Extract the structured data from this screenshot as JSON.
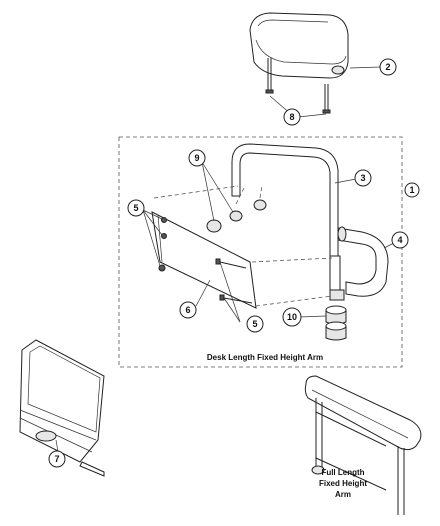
{
  "callouts": {
    "c1": "1",
    "c2": "2",
    "c3": "3",
    "c4": "4",
    "c5a": "5",
    "c5b": "5",
    "c6": "6",
    "c7": "7",
    "c8": "8",
    "c9": "9",
    "c10": "10"
  },
  "captions": {
    "desk_arm": "Desk Length Fixed Height Arm",
    "full_arm_line1": "Full Length",
    "full_arm_line2": "Fixed Height",
    "full_arm_line3": "Arm"
  }
}
